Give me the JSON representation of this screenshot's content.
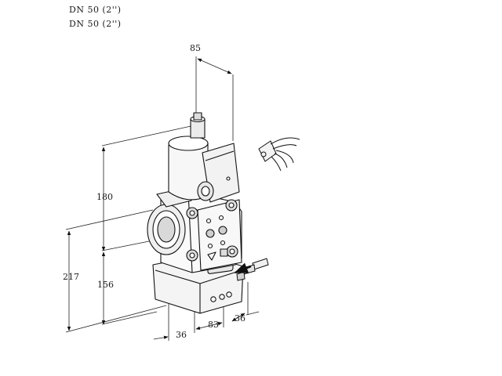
{
  "header": {
    "line1": "DN 50 (2'')",
    "line2": "DN 50 (2'')"
  },
  "dimensions": {
    "width_top": "85",
    "height_upper": "180",
    "height_total": "217",
    "height_lower": "156",
    "depth_front": "36",
    "width_bottom": "83",
    "depth_side": "36"
  }
}
